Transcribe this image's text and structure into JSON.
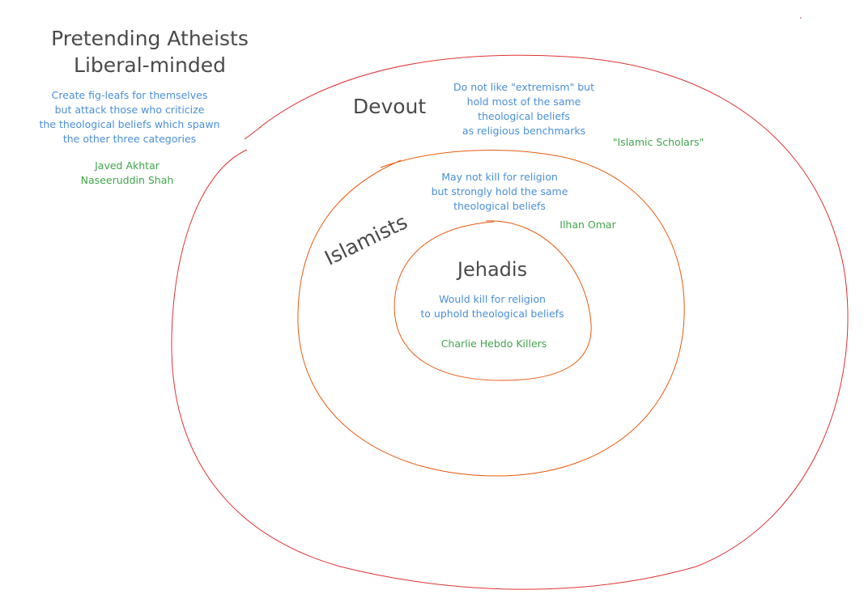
{
  "colors": {
    "outer_ring": "#e03131",
    "inner_rings": "#e8590c",
    "heading": "#4a4a4a",
    "description": "#4a8fd8",
    "examples": "#3fa64a"
  },
  "outer": {
    "title_lines": [
      "Pretending Atheists",
      "Liberal-minded"
    ],
    "description_lines": [
      "Create fig-leafs for themselves",
      "but attack those who criticize",
      "the theological beliefs which spawn",
      "the other three categories"
    ],
    "examples": [
      "Javed Akhtar",
      "Naseeruddin Shah"
    ]
  },
  "devout": {
    "title": "Devout",
    "description_lines": [
      "Do not like \"extremism\" but",
      "hold most of the same",
      "theological beliefs",
      "as religious benchmarks"
    ],
    "example": "\"Islamic Scholars\""
  },
  "islamists": {
    "title": "Islamists",
    "description_lines": [
      "May not kill for religion",
      "but strongly hold the same",
      "theological beliefs"
    ],
    "example": "Ilhan Omar"
  },
  "jehadis": {
    "title": "Jehadis",
    "description_lines": [
      "Would kill for religion",
      "to uphold theological beliefs"
    ],
    "example": "Charlie Hebdo Killers"
  }
}
